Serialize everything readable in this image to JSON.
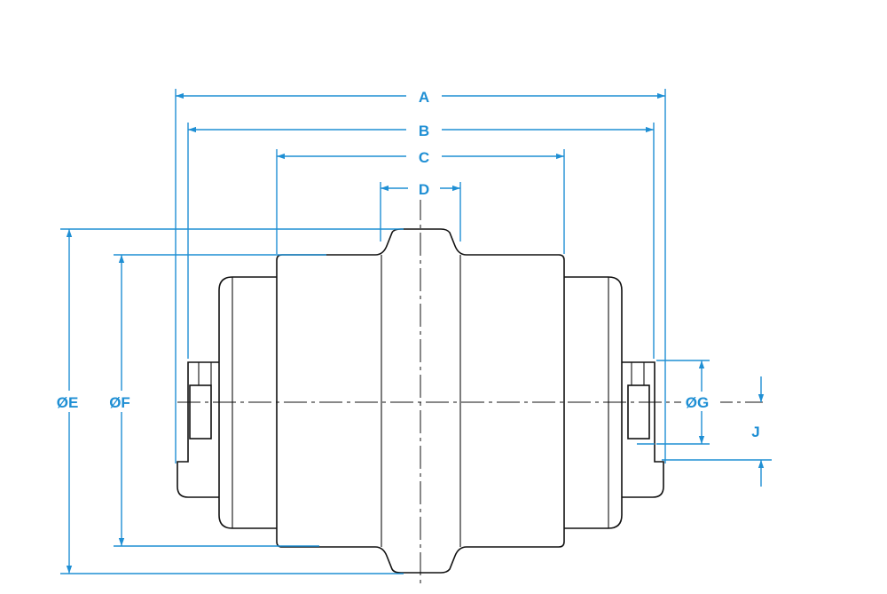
{
  "diagram": {
    "accent_color": "#1f8fd4",
    "line_color": "#111111",
    "labels": {
      "A": "A",
      "B": "B",
      "C": "C",
      "D": "D",
      "E": "ØE",
      "F": "ØF",
      "G": "ØG",
      "J": "J"
    }
  }
}
